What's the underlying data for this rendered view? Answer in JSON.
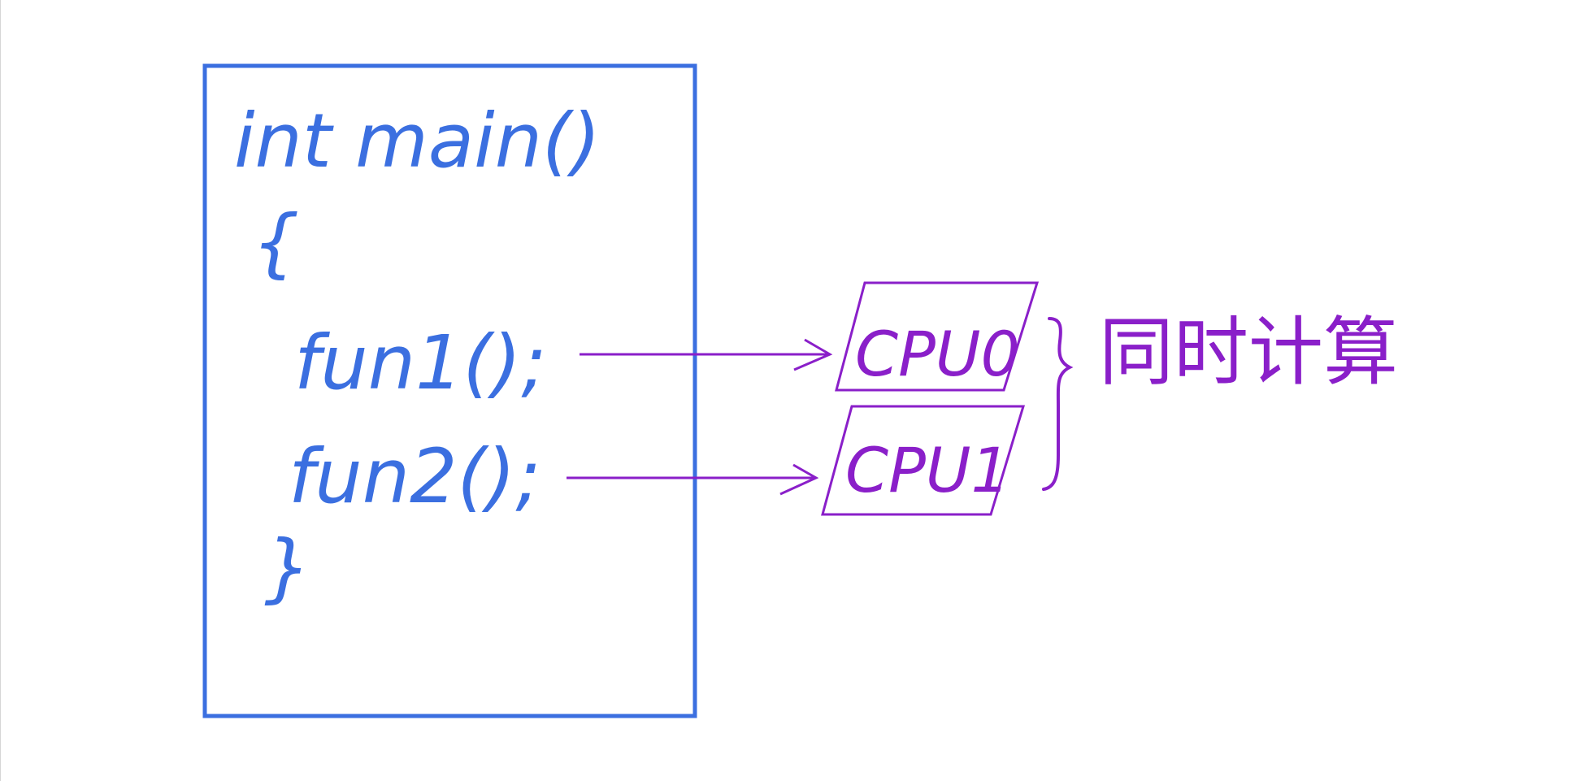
{
  "colors": {
    "code_blue": "#3b6fe0",
    "annotation_purple": "#8a1fc9",
    "background": "#ffffff"
  },
  "code": {
    "line1": "int main()",
    "line2": "{",
    "line3": "fun1();",
    "line4": "fun2();",
    "line5": "}"
  },
  "cpus": {
    "cpu0": "CPU0",
    "cpu1": "CPU1"
  },
  "annotation": "同时计算"
}
